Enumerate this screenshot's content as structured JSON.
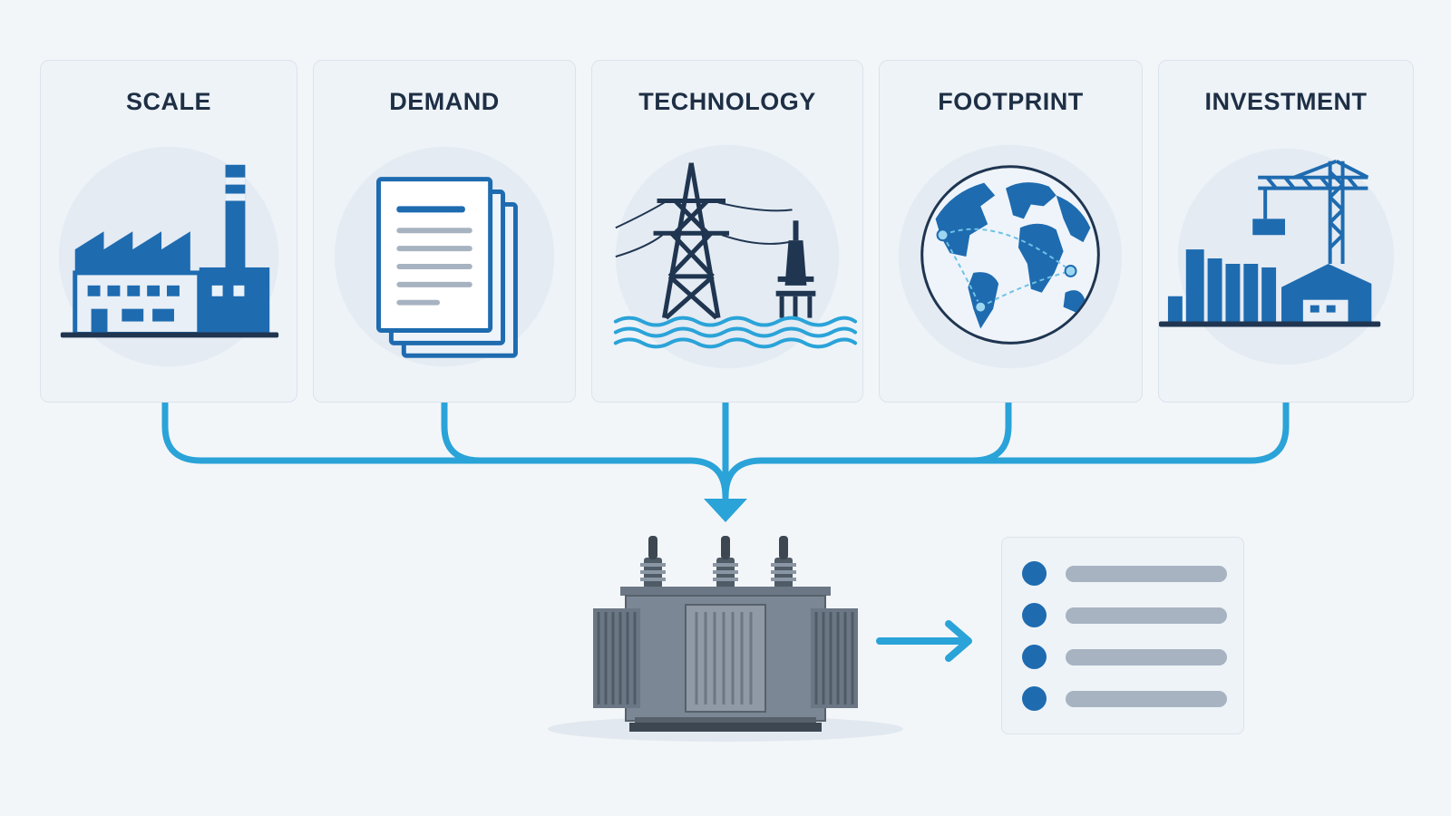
{
  "cards": [
    {
      "key": "scale",
      "title": "SCALE",
      "icon": "factory-icon"
    },
    {
      "key": "demand",
      "title": "DEMAND",
      "icon": "documents-icon"
    },
    {
      "key": "technology",
      "title": "TECHNOLOGY",
      "icon": "power-pylon-icon"
    },
    {
      "key": "footprint",
      "title": "FOOTPRINT",
      "icon": "globe-icon"
    },
    {
      "key": "investment",
      "title": "INVESTMENT",
      "icon": "construction-crane-icon"
    }
  ],
  "output_list": {
    "items": 4
  },
  "colors": {
    "accent": "#2aa3d8",
    "primary": "#1e6bb0",
    "dark": "#1f3550",
    "card_bg": "#eef3f8",
    "bar": "#a7b3c1",
    "steel": "#7b8794"
  }
}
